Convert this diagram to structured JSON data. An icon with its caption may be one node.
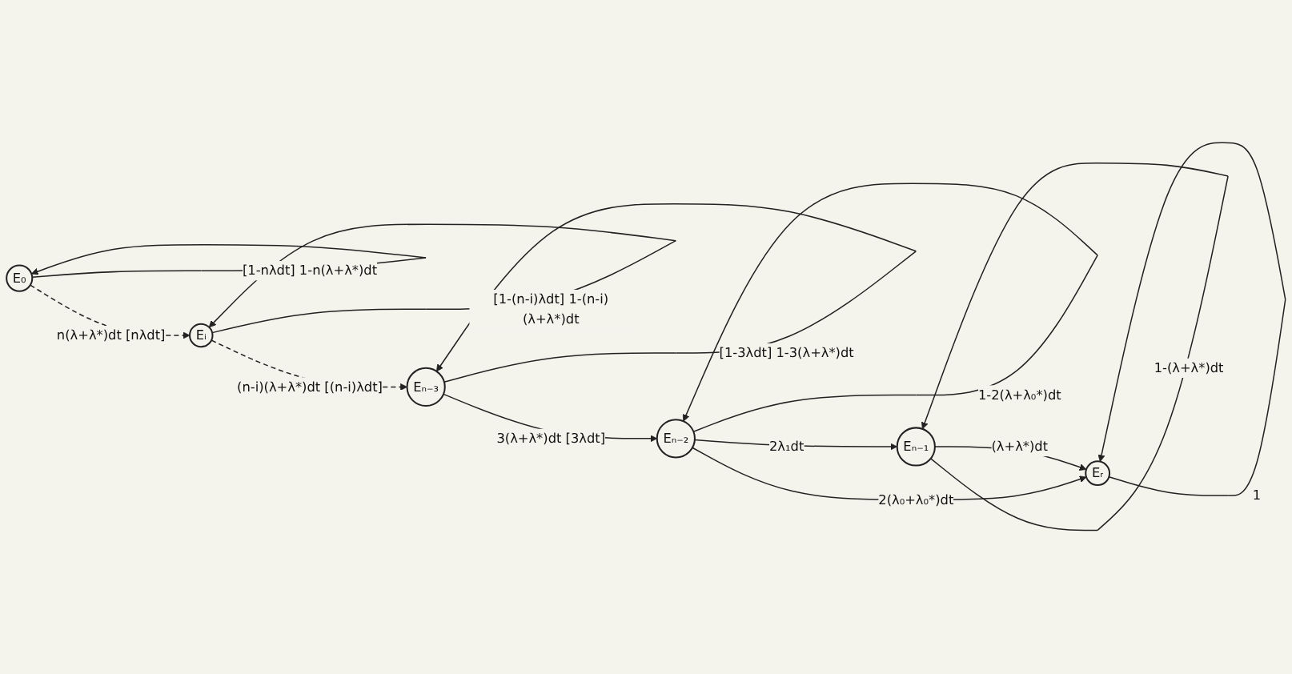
{
  "diagram": {
    "nodes": [
      {
        "text": [
          "E₀"
        ]
      },
      {
        "text": [
          "Eᵢ"
        ]
      },
      {
        "text": [
          "Eₙ₋₃"
        ]
      },
      {
        "text": [
          "Eₙ₋₂"
        ]
      },
      {
        "text": [
          "Eᵣ"
        ]
      },
      {
        "text": [
          "Eₙ₋₁"
        ]
      }
    ],
    "edges": [
      {
        "from": 0,
        "to": 0,
        "arrow": "to",
        "label": "[1-nλdt] 1-n(λ+λ*)dt"
      },
      {
        "from": 0,
        "to": 1,
        "arrow": "to",
        "label": "n(λ+λ*)dt [nλdt]",
        "style": "dashed"
      },
      {
        "from": 1,
        "to": 1,
        "arrow": "to",
        "label": "[1-(n-i)λdt] 1-(n-i)(λ+λ*)dt"
      },
      {
        "from": 1,
        "to": 2,
        "arrow": "to",
        "label": "(n-i)(λ+λ*)dt [(n-i)λdt]",
        "style": "dashed"
      },
      {
        "from": 2,
        "to": 2,
        "arrow": "to",
        "label": "[1-3λdt] 1-3(λ+λ*)dt"
      },
      {
        "from": 2,
        "to": 3,
        "arrow": "to",
        "label": "3(λ+λ*)dt [3λdt]"
      },
      {
        "from": 3,
        "to": 3,
        "arrow": "to",
        "label": "1-2(λ+λ₀*)dt"
      },
      {
        "from": 3,
        "to": 4,
        "arrow": "to",
        "label": "2(λ₀+λ₀*)dt"
      },
      {
        "from": 3,
        "to": 5,
        "arrow": "to",
        "label": "2λ₁dt"
      },
      {
        "from": 5,
        "to": 4,
        "arrow": "to",
        "label": "(λ+λ*)dt"
      },
      {
        "from": 4,
        "to": 4,
        "arrow": "to",
        "label": "1"
      },
      {
        "from": 5,
        "to": 5,
        "arrow": "to",
        "label": "1-(λ+λ*)dt"
      }
    ]
  }
}
